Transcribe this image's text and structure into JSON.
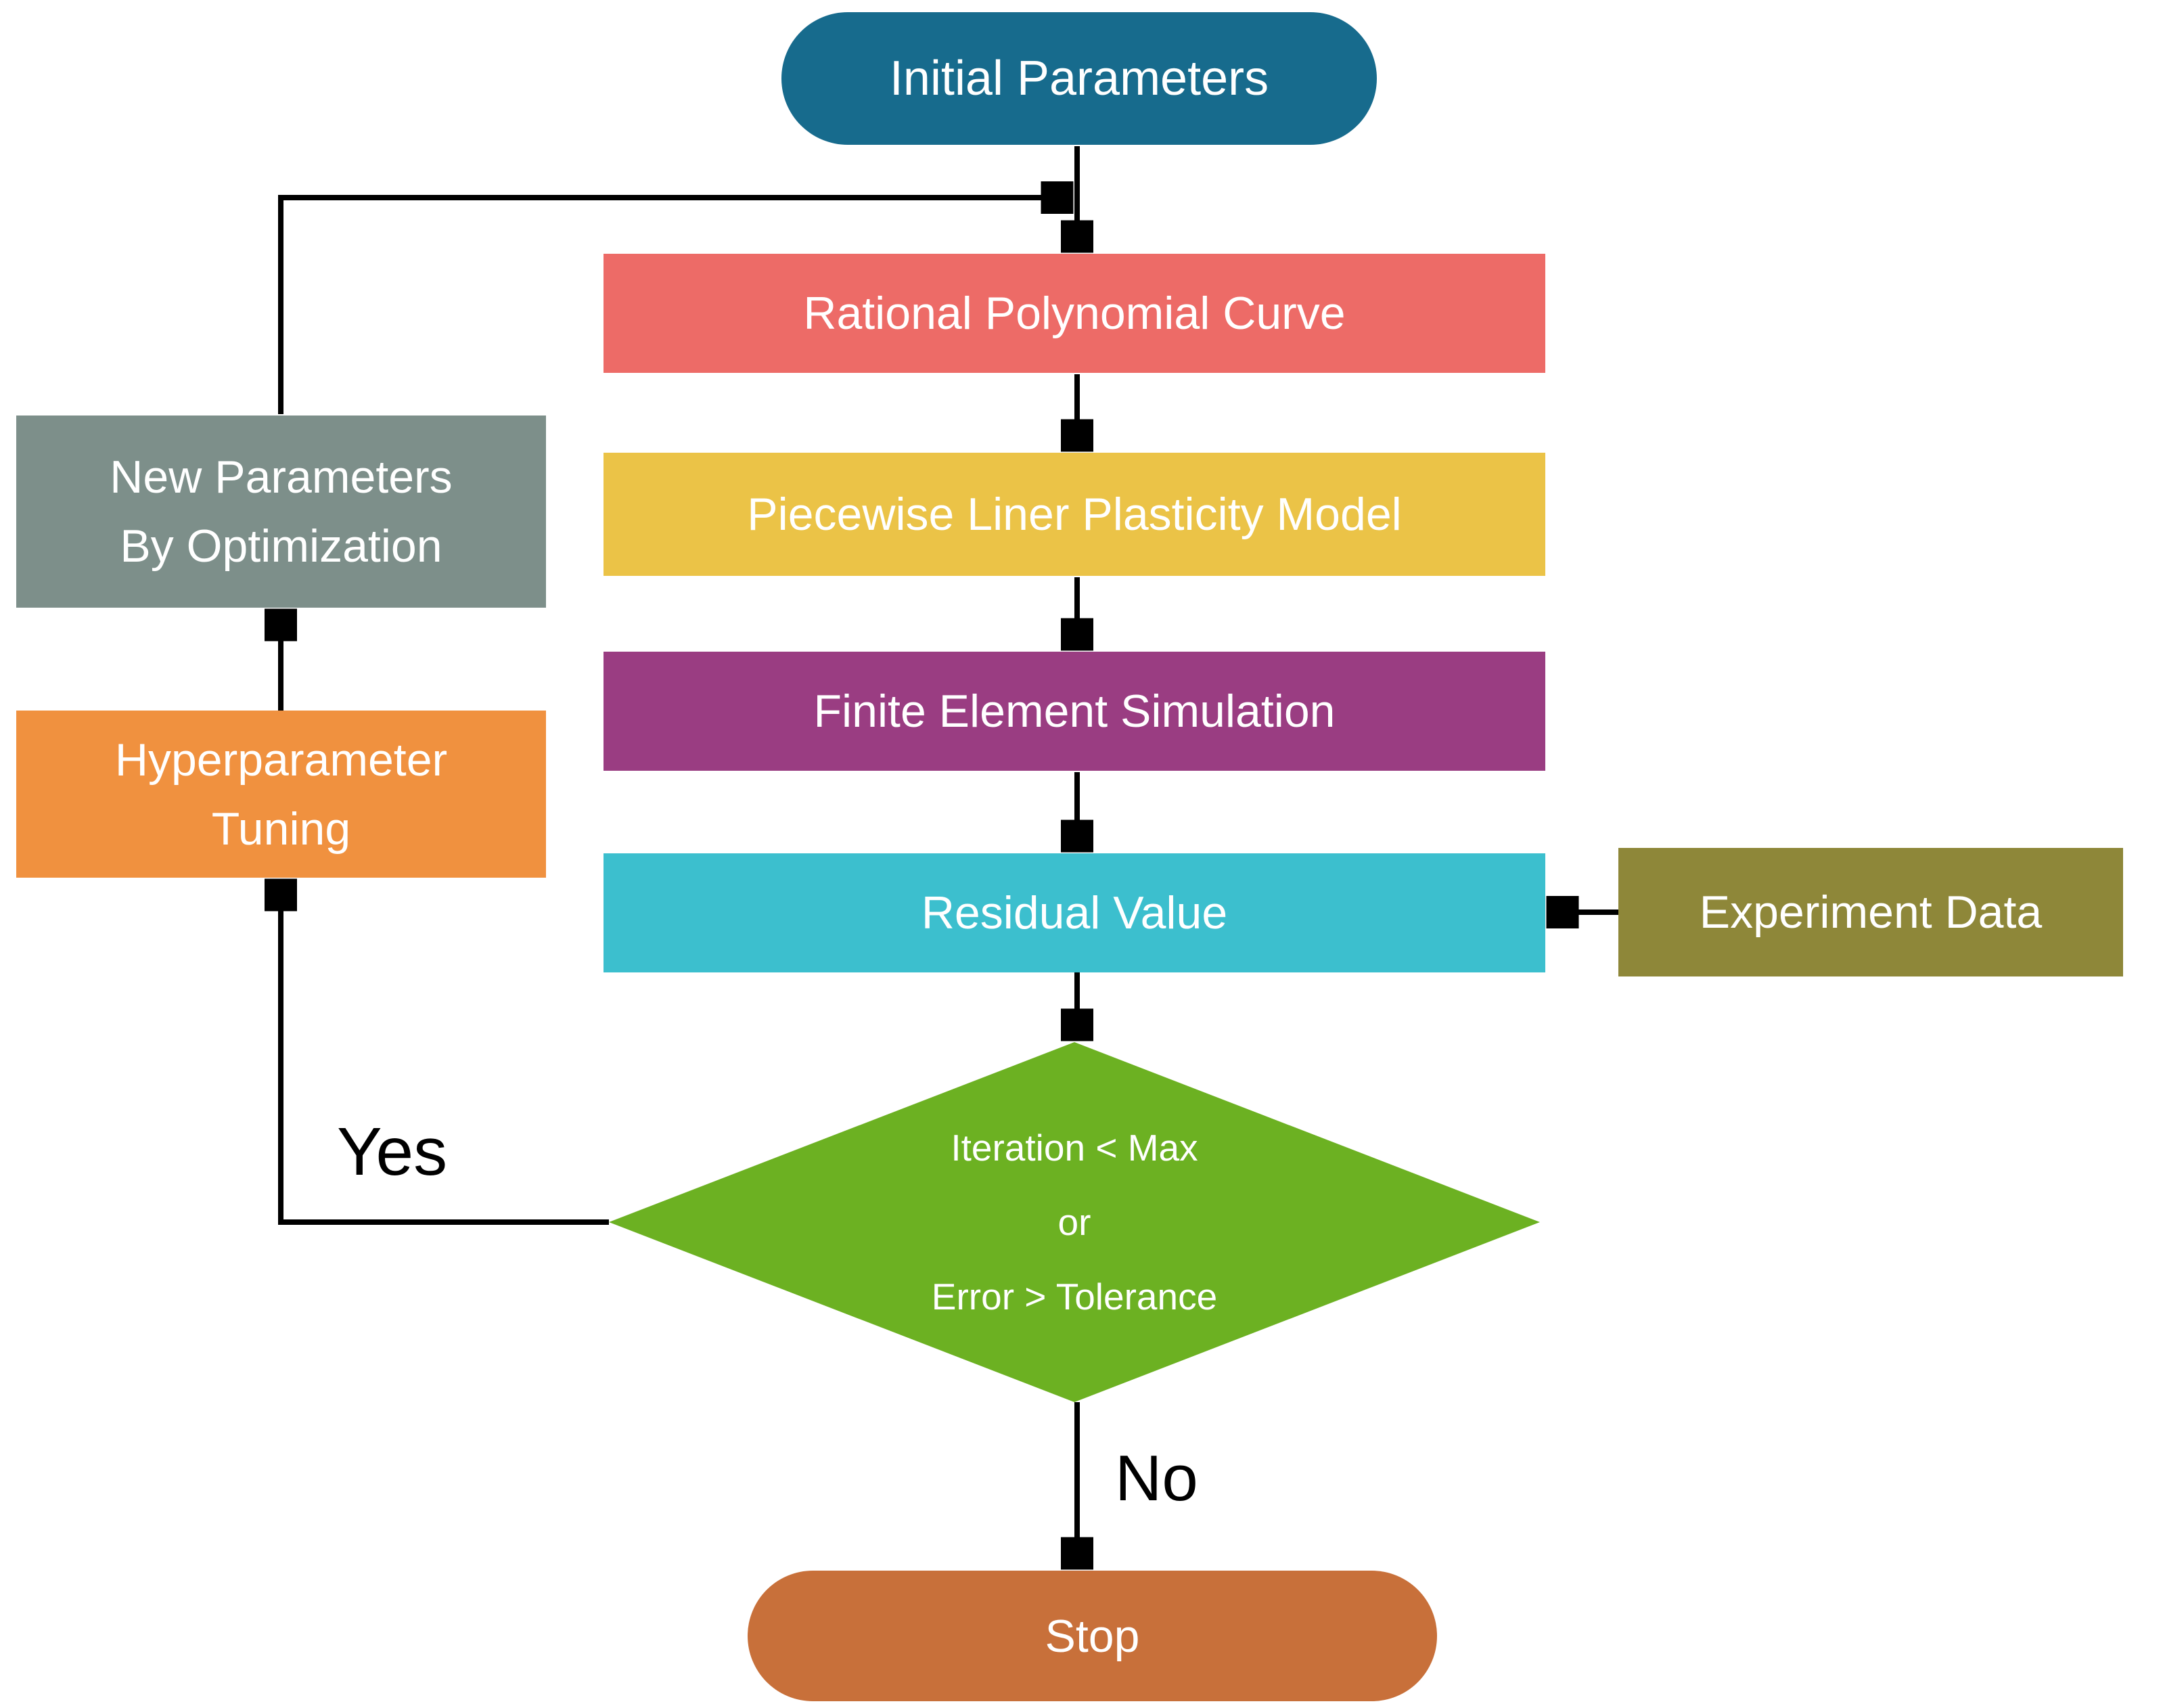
{
  "diagram": {
    "type": "flowchart",
    "background_color": "#FFFFFF",
    "edge_color": "#000000",
    "text_color": "#FFFFFF",
    "nodes": {
      "start": {
        "label": "Initial Parameters",
        "shape": "pill",
        "color": "#176B8D"
      },
      "rational": {
        "label": "Rational Polynomial Curve",
        "shape": "rect",
        "color": "#ED6B67"
      },
      "piecewise": {
        "label": "Piecewise Liner Plasticity Model",
        "shape": "rect",
        "color": "#EBC347"
      },
      "fem": {
        "label": "Finite Element Simulation",
        "shape": "rect",
        "color": "#9A3D82"
      },
      "residual": {
        "label": "Residual Value",
        "shape": "rect",
        "color": "#3CBFCE"
      },
      "experiment": {
        "label": "Experiment Data",
        "shape": "rect",
        "color": "#8E8739"
      },
      "newparams": {
        "label": "New Parameters\nBy Optimization",
        "shape": "rect",
        "color": "#7D8F8A"
      },
      "hyper": {
        "label": "Hyperparameter\nTuning",
        "shape": "rect",
        "color": "#F0913F"
      },
      "decision": {
        "label": "Iteration < Max\nor\nError > Tolerance",
        "shape": "diamond",
        "color": "#6CB122"
      },
      "stop": {
        "label": "Stop",
        "shape": "pill",
        "color": "#C8703A"
      }
    },
    "edge_labels": {
      "yes": "Yes",
      "no": "No"
    },
    "edges": [
      {
        "from": "start",
        "to": "rational",
        "label": ""
      },
      {
        "from": "rational",
        "to": "piecewise",
        "label": ""
      },
      {
        "from": "piecewise",
        "to": "fem",
        "label": ""
      },
      {
        "from": "fem",
        "to": "residual",
        "label": ""
      },
      {
        "from": "experiment",
        "to": "residual",
        "label": ""
      },
      {
        "from": "residual",
        "to": "decision",
        "label": ""
      },
      {
        "from": "decision",
        "to": "stop",
        "label": "No"
      },
      {
        "from": "decision",
        "to": "hyper",
        "label": "Yes"
      },
      {
        "from": "hyper",
        "to": "newparams",
        "label": ""
      },
      {
        "from": "newparams",
        "to": "rational",
        "label": ""
      }
    ]
  }
}
